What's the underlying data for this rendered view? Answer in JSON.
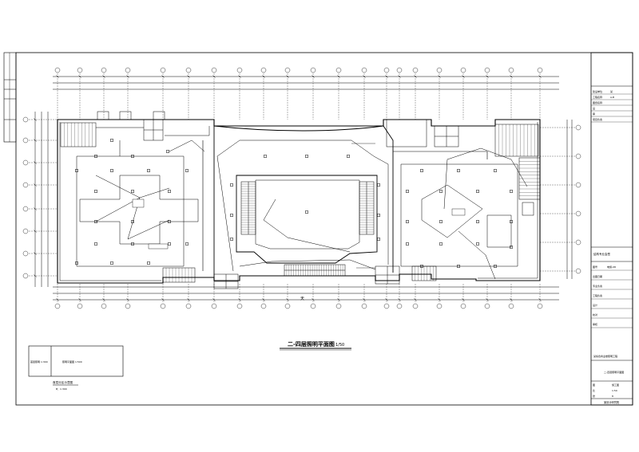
{
  "drawing": {
    "title": "二-四层照明平面图",
    "scale": "1/50"
  },
  "plan_labels": {
    "void_label": "天"
  },
  "key_plan": {
    "label_left": "首层照明 1:300",
    "label_right": "照明平面图 1:500",
    "caption": "首层分区示意图",
    "sub_caption": "B：1:300",
    "sub_caption_note": "比例"
  },
  "title_block": {
    "rows": [
      {
        "label": "建设单位",
        "value": "某"
      },
      {
        "label": "工程名称",
        "value": "A-B"
      },
      {
        "label": "图纸名称",
        "value": ""
      },
      {
        "label": "设",
        "value": ""
      },
      {
        "label": "审",
        "value": ""
      },
      {
        "label": "项目负责",
        "value": ""
      }
    ],
    "mid_label": "结构专业会签",
    "lower_rows": [
      {
        "label": "图号",
        "value": "电施-08"
      },
      {
        "label": "出图日期",
        "value": ""
      },
      {
        "label": "专业负责",
        "value": ""
      },
      {
        "label": "工程负责",
        "value": ""
      },
      {
        "label": "设计",
        "value": ""
      },
      {
        "label": "校对",
        "value": ""
      },
      {
        "label": "审核",
        "value": ""
      }
    ],
    "project_line": "某综合商业楼照明工程",
    "sheet_name": "二-四层照明平面图",
    "stage_rows": [
      {
        "label": "图",
        "value": "施工图"
      },
      {
        "label": "比",
        "value": "1:50"
      },
      {
        "label": "张",
        "value": "8"
      }
    ],
    "footer": "某设计研究院"
  },
  "margin_strip": {
    "marks": [
      "",
      "",
      "",
      ""
    ]
  }
}
